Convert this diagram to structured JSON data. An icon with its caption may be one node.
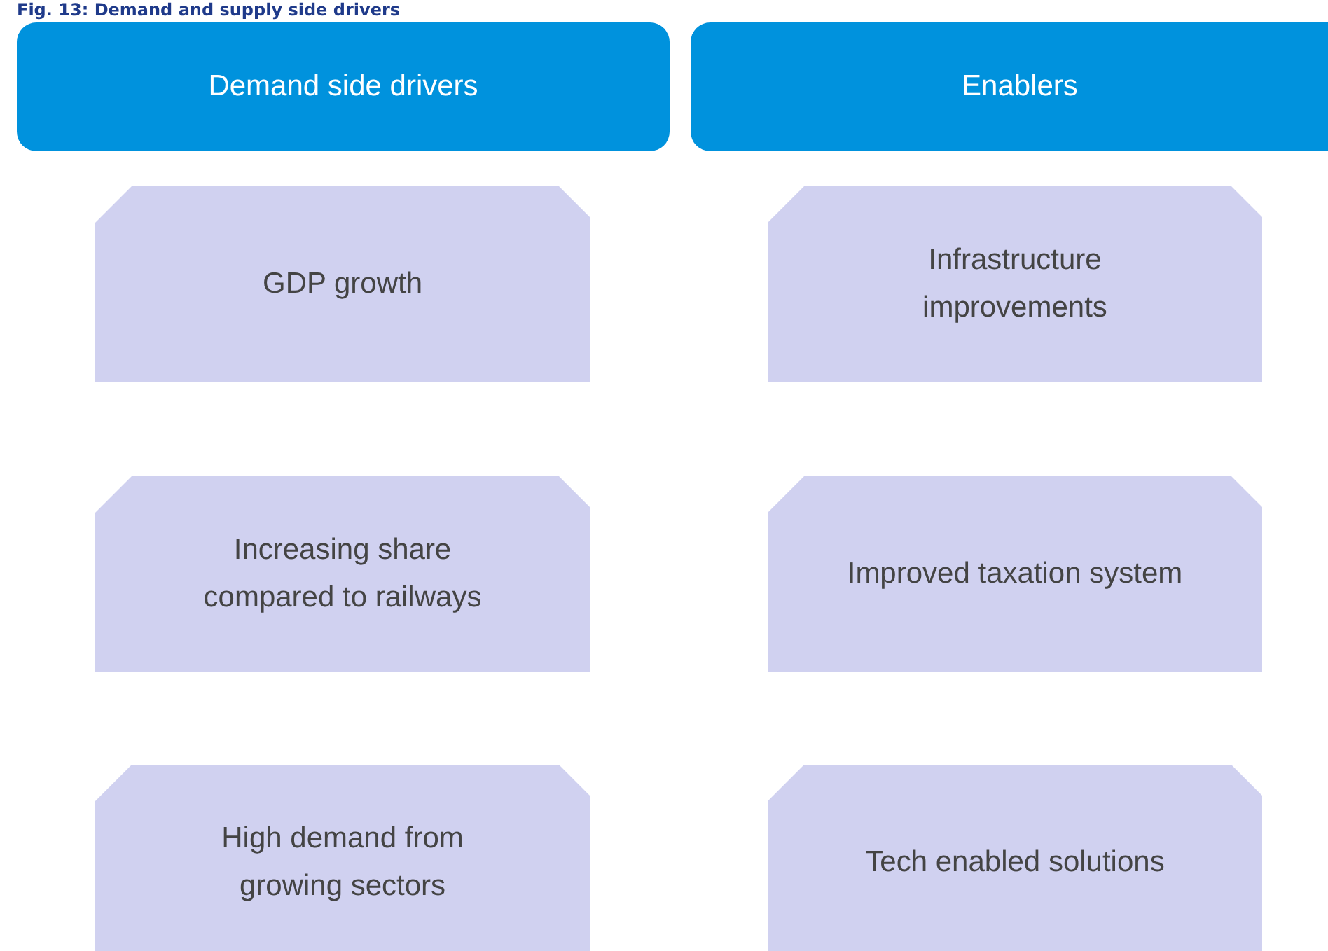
{
  "diagram": {
    "title": "Fig. 13: Demand and supply side drivers",
    "nodes": [
      {
        "text": [
          "Demand side drivers"
        ]
      },
      {
        "text": [
          "Enablers"
        ]
      },
      {
        "text": [
          "GDP growth"
        ]
      },
      {
        "text": [
          "Infrastructure improvements"
        ]
      },
      {
        "text": [
          "Increasing share compared to railways"
        ]
      },
      {
        "text": [
          "Improved taxation system"
        ]
      },
      {
        "text": [
          "High demand from growing sectors"
        ]
      },
      {
        "text": [
          "Tech enabled solutions"
        ]
      }
    ]
  }
}
